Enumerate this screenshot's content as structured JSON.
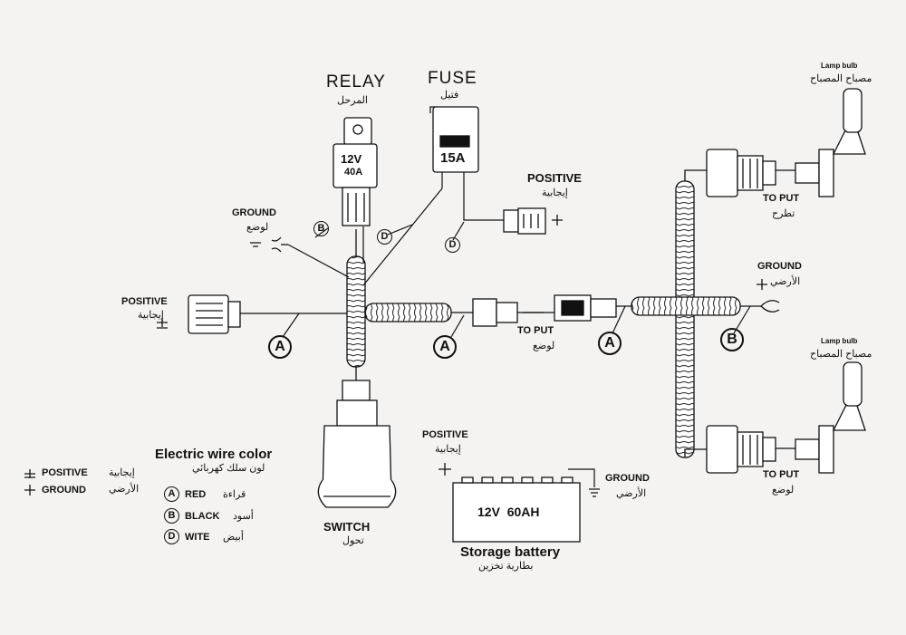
{
  "relay": {
    "title": "RELAY",
    "title_ar": "المرحل",
    "voltage": "12V",
    "amps": "40A"
  },
  "fuse": {
    "title": "FUSE",
    "title_ar": "فتيل",
    "rating": "15A"
  },
  "positive_fuse": {
    "label": "POSITIVE",
    "label_ar": "إيجابية"
  },
  "ground_relay": {
    "label": "GROUND",
    "label_ar": "لوضع"
  },
  "positive_left": {
    "label": "POSITIVE",
    "label_ar": "إيجابية"
  },
  "to_put_center": {
    "label": "TO PUT",
    "label_ar": "لوضع"
  },
  "to_put_top": {
    "label": "TO PUT",
    "label_ar": "تطرح"
  },
  "to_put_bottom": {
    "label": "TO PUT",
    "label_ar": "لوضع"
  },
  "ground_right": {
    "label": "GROUND",
    "label_ar": "الأرضي"
  },
  "lamp_top": {
    "label": "Lamp bulb",
    "label_ar": "مصباح المصباح"
  },
  "lamp_bottom": {
    "label": "Lamp bulb",
    "label_ar": "مصباح المصباح"
  },
  "switch": {
    "label": "SWITCH",
    "label_ar": "تحول"
  },
  "battery": {
    "positive_label": "POSITIVE",
    "positive_ar": "إيجابية",
    "rating": "12V  60AH",
    "ground_label": "GROUND",
    "ground_ar": "الأرضي",
    "title": "Storage battery",
    "title_ar": "بطارية تخزين"
  },
  "legend": {
    "title": "Electric wire color",
    "title_ar": "لون سلك كهربائي",
    "positive": "POSITIVE",
    "positive_ar": "إيجابية",
    "ground": "GROUND",
    "ground_ar": "الأرضي",
    "wires": [
      {
        "letter": "A",
        "name": "RED",
        "name_ar": "قراءة"
      },
      {
        "letter": "B",
        "name": "BLACK",
        "name_ar": "أسود"
      },
      {
        "letter": "D",
        "name": "WITE",
        "name_ar": "أبيض"
      }
    ]
  },
  "wire_tags": {
    "a_left": "A",
    "a_center": "A",
    "a_right": "A",
    "b_relay": "B",
    "b_right": "B",
    "d_relay": "D",
    "d_fuse": "D"
  }
}
